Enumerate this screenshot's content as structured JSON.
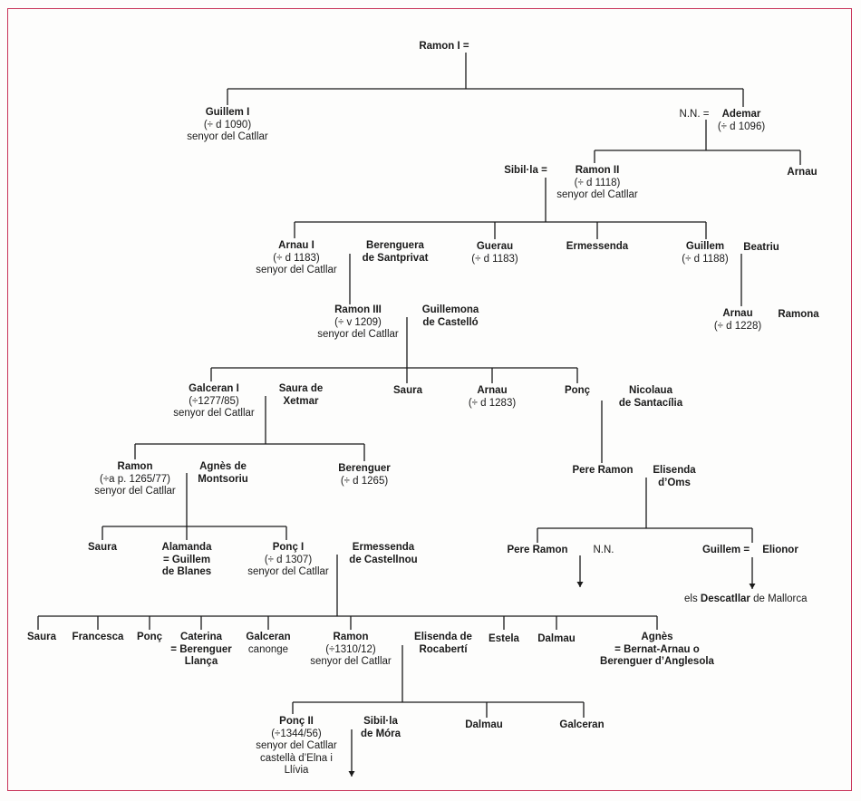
{
  "colors": {
    "frame": "#c8345a",
    "ink": "#1a1a1a",
    "paper": "#fdfdfc"
  },
  "marriage_symbol": "=",
  "footnote": {
    "prefix": "els ",
    "name": "Descatllar",
    "suffix": " de Mallorca"
  },
  "persons": [
    {
      "id": "ramon-i",
      "lines": [
        "Ramon I ="
      ],
      "bold": [
        0
      ]
    },
    {
      "id": "guillem-i",
      "lines": [
        "Guillem I",
        "(÷ d 1090)",
        "senyor del Catllar"
      ],
      "bold": [
        0
      ]
    },
    {
      "id": "nn-1",
      "lines": [
        "N.N. ="
      ],
      "bold": []
    },
    {
      "id": "ademar",
      "lines": [
        "Ademar",
        "(÷ d 1096)"
      ],
      "bold": [
        0
      ]
    },
    {
      "id": "sibilla-1",
      "lines": [
        "Sibil·la ="
      ],
      "bold": [
        0
      ]
    },
    {
      "id": "ramon-ii",
      "lines": [
        "Ramon II",
        "(÷ d 1118)",
        "senyor del Catllar"
      ],
      "bold": [
        0
      ]
    },
    {
      "id": "arnau-1",
      "lines": [
        "Arnau"
      ],
      "bold": [
        0
      ]
    },
    {
      "id": "arnau-i",
      "lines": [
        "Arnau I",
        "(÷ d 1183)",
        "senyor del Catllar"
      ],
      "bold": [
        0
      ]
    },
    {
      "id": "berenguera",
      "lines": [
        "Berenguera",
        "de Santprivat"
      ],
      "bold": [
        0,
        1
      ]
    },
    {
      "id": "guerau",
      "lines": [
        "Guerau",
        "(÷ d 1183)"
      ],
      "bold": [
        0
      ]
    },
    {
      "id": "ermessenda-1",
      "lines": [
        "Ermessenda"
      ],
      "bold": [
        0
      ]
    },
    {
      "id": "guillem-2",
      "lines": [
        "Guillem",
        "(÷ d 1188)"
      ],
      "bold": [
        0
      ]
    },
    {
      "id": "beatriu",
      "lines": [
        "Beatriu"
      ],
      "bold": [
        0
      ]
    },
    {
      "id": "ramon-iii",
      "lines": [
        "Ramon III",
        "(÷ v 1209)",
        "senyor del Catllar"
      ],
      "bold": [
        0
      ]
    },
    {
      "id": "guillemona",
      "lines": [
        "Guillemona",
        "de Castelló"
      ],
      "bold": [
        0,
        1
      ]
    },
    {
      "id": "arnau-2",
      "lines": [
        "Arnau",
        "(÷ d 1228)"
      ],
      "bold": [
        0
      ]
    },
    {
      "id": "ramona",
      "lines": [
        "Ramona"
      ],
      "bold": [
        0
      ]
    },
    {
      "id": "galceran-i",
      "lines": [
        "Galceran I",
        "(÷1277/85)",
        "senyor del Catllar"
      ],
      "bold": [
        0
      ]
    },
    {
      "id": "saura-xetmar",
      "lines": [
        "Saura de",
        "Xetmar"
      ],
      "bold": [
        0,
        1
      ]
    },
    {
      "id": "saura-1",
      "lines": [
        "Saura"
      ],
      "bold": [
        0
      ]
    },
    {
      "id": "arnau-3",
      "lines": [
        "Arnau",
        "(÷ d 1283)"
      ],
      "bold": [
        0
      ]
    },
    {
      "id": "ponc-1",
      "lines": [
        "Ponç"
      ],
      "bold": [
        0
      ]
    },
    {
      "id": "nicolaua",
      "lines": [
        "Nicolaua",
        "de Santacília"
      ],
      "bold": [
        0,
        1
      ]
    },
    {
      "id": "ramon-4",
      "lines": [
        "Ramon",
        "(÷a p. 1265/77)",
        "senyor del Catllar"
      ],
      "bold": [
        0
      ]
    },
    {
      "id": "agnes-1",
      "lines": [
        "Agnès de",
        "Montsoriu"
      ],
      "bold": [
        0,
        1
      ]
    },
    {
      "id": "berenguer-1",
      "lines": [
        "Berenguer",
        "(÷ d 1265)"
      ],
      "bold": [
        0
      ]
    },
    {
      "id": "pere-ramon-1",
      "lines": [
        "Pere Ramon"
      ],
      "bold": [
        0
      ]
    },
    {
      "id": "elisenda-oms",
      "lines": [
        "Elisenda",
        "d’Oms"
      ],
      "bold": [
        0,
        1
      ]
    },
    {
      "id": "saura-2",
      "lines": [
        "Saura"
      ],
      "bold": [
        0
      ]
    },
    {
      "id": "alamanda",
      "lines": [
        "Alamanda",
        "= Guillem",
        "de Blanes"
      ],
      "bold": [
        0,
        1,
        2
      ]
    },
    {
      "id": "ponc-i",
      "lines": [
        "Ponç I",
        "(÷ d 1307)",
        "senyor del Catllar"
      ],
      "bold": [
        0
      ]
    },
    {
      "id": "ermessenda-2",
      "lines": [
        "Ermessenda",
        "de Castellnou"
      ],
      "bold": [
        0,
        1
      ]
    },
    {
      "id": "pere-ramon-2",
      "lines": [
        "Pere Ramon"
      ],
      "bold": [
        0
      ]
    },
    {
      "id": "nn-2",
      "lines": [
        "N.N."
      ],
      "bold": []
    },
    {
      "id": "guillem-3",
      "lines": [
        "Guillem ="
      ],
      "bold": [
        0
      ]
    },
    {
      "id": "elionor",
      "lines": [
        "Elionor"
      ],
      "bold": [
        0
      ]
    },
    {
      "id": "saura-3",
      "lines": [
        "Saura"
      ],
      "bold": [
        0
      ]
    },
    {
      "id": "francesca",
      "lines": [
        "Francesca"
      ],
      "bold": [
        0
      ]
    },
    {
      "id": "ponc-2",
      "lines": [
        "Ponç"
      ],
      "bold": [
        0
      ]
    },
    {
      "id": "caterina",
      "lines": [
        "Caterina",
        "= Berenguer",
        "Llança"
      ],
      "bold": [
        0,
        1,
        2
      ]
    },
    {
      "id": "galceran-2",
      "lines": [
        "Galceran",
        "canonge"
      ],
      "bold": [
        0
      ]
    },
    {
      "id": "ramon-5",
      "lines": [
        "Ramon",
        "(÷1310/12)",
        "senyor del Catllar"
      ],
      "bold": [
        0
      ]
    },
    {
      "id": "elisenda-roca",
      "lines": [
        "Elisenda de",
        "Rocabertí"
      ],
      "bold": [
        0,
        1
      ]
    },
    {
      "id": "estela",
      "lines": [
        "Estela"
      ],
      "bold": [
        0
      ]
    },
    {
      "id": "dalmau-1",
      "lines": [
        "Dalmau"
      ],
      "bold": [
        0
      ]
    },
    {
      "id": "agnes-2",
      "lines": [
        "Agnès",
        "= Bernat-Arnau o",
        "Berenguer d’Anglesola"
      ],
      "bold": [
        0,
        1,
        2
      ]
    },
    {
      "id": "ponc-ii",
      "lines": [
        "Ponç II",
        "(÷1344/56)",
        "senyor del Catllar",
        "castellà d’Elna i",
        "Llívia"
      ],
      "bold": [
        0
      ]
    },
    {
      "id": "sibilla-2",
      "lines": [
        "Sibil·la",
        "de Móra"
      ],
      "bold": [
        0,
        1
      ]
    },
    {
      "id": "dalmau-2",
      "lines": [
        "Dalmau"
      ],
      "bold": [
        0
      ]
    },
    {
      "id": "galceran-3",
      "lines": [
        "Galceran"
      ],
      "bold": [
        0
      ]
    }
  ]
}
